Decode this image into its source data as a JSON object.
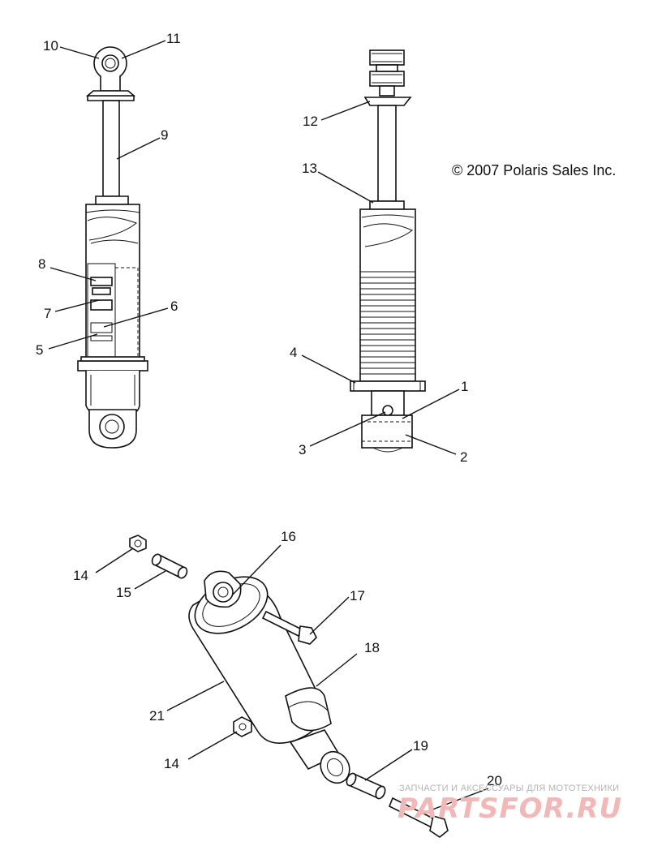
{
  "copyright": "© 2007 Polaris Sales Inc.",
  "callouts": [
    {
      "id": "10",
      "label": "10"
    },
    {
      "id": "11",
      "label": "11"
    },
    {
      "id": "9",
      "label": "9"
    },
    {
      "id": "8",
      "label": "8"
    },
    {
      "id": "7",
      "label": "7"
    },
    {
      "id": "6",
      "label": "6"
    },
    {
      "id": "5",
      "label": "5"
    },
    {
      "id": "12",
      "label": "12"
    },
    {
      "id": "13",
      "label": "13"
    },
    {
      "id": "4",
      "label": "4"
    },
    {
      "id": "1",
      "label": "1"
    },
    {
      "id": "3",
      "label": "3"
    },
    {
      "id": "2",
      "label": "2"
    },
    {
      "id": "16",
      "label": "16"
    },
    {
      "id": "14a",
      "label": "14"
    },
    {
      "id": "15",
      "label": "15"
    },
    {
      "id": "17",
      "label": "17"
    },
    {
      "id": "18",
      "label": "18"
    },
    {
      "id": "21",
      "label": "21"
    },
    {
      "id": "14b",
      "label": "14"
    },
    {
      "id": "19",
      "label": "19"
    },
    {
      "id": "20",
      "label": "20"
    }
  ],
  "watermark": {
    "tagline": "ЗАПЧАСТИ И АКСЕССУАРЫ ДЛЯ МОТОТЕХНИКИ",
    "brand": "PARTSFOR.RU"
  }
}
